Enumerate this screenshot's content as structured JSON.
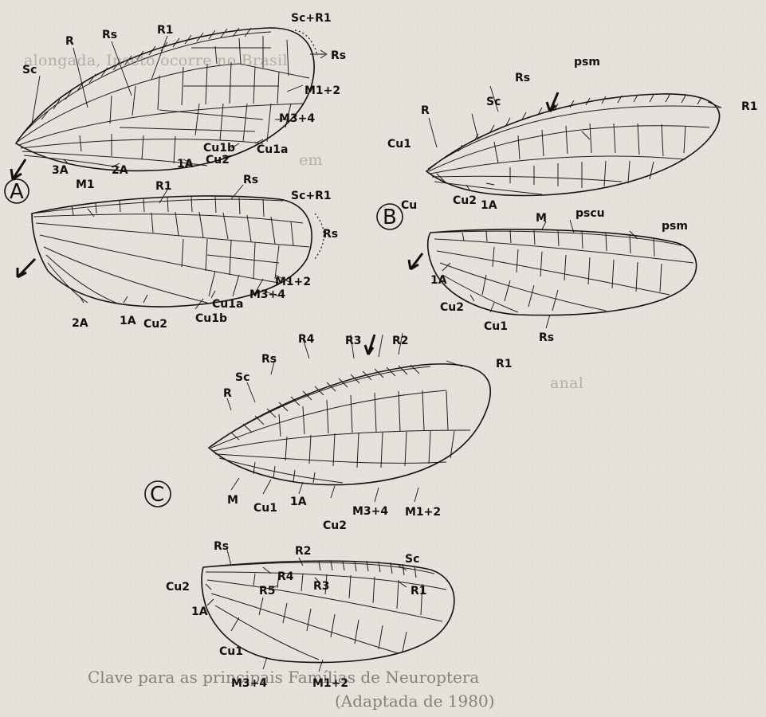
{
  "background_text": [
    "alongada, Inseto ocorre no Brasil",
    "em",
    "Cu 1b",
    "anal",
    "Clave para as principais Famílias de Neuroptera",
    "(Adaptada de",
    "1980)"
  ],
  "figures": {
    "A": {
      "panel_label": "A",
      "forewing_labels": [
        "R1",
        "Rs",
        "R",
        "Sc",
        "Sc+R1",
        "Rs",
        "M1+2",
        "M3+4",
        "Cu1a",
        "Cu1b",
        "Cu2",
        "1A",
        "2A",
        "3A"
      ],
      "hindwing_labels": [
        "M1",
        "R1",
        "Rs",
        "Sc+R1",
        "Rs",
        "M1+2",
        "M3+4",
        "Cu1a",
        "Cu1b",
        "Cu2",
        "1A",
        "2A"
      ]
    },
    "B": {
      "panel_label": "B",
      "forewing_labels": [
        "R",
        "Sc",
        "Rs",
        "psm",
        "R1",
        "Cu1",
        "Cu",
        "Cu2",
        "1A"
      ],
      "hindwing_labels": [
        "M",
        "pscu",
        "psm",
        "1A",
        "Cu2",
        "Cu1",
        "Rs"
      ]
    },
    "C": {
      "panel_label": "C",
      "forewing_labels": [
        "Sc",
        "Rs",
        "R4",
        "R3",
        "R2",
        "R1",
        "R",
        "M",
        "Cu1",
        "1A",
        "Cu2",
        "M3+4",
        "M1+2"
      ],
      "hindwing_labels": [
        "Rs",
        "R2",
        "Sc",
        "R1",
        "R4",
        "R5",
        "R3",
        "Cu2",
        "1A",
        "Cu1",
        "M3+4",
        "M1+2"
      ]
    }
  },
  "icons": [
    "arrow-icon"
  ]
}
